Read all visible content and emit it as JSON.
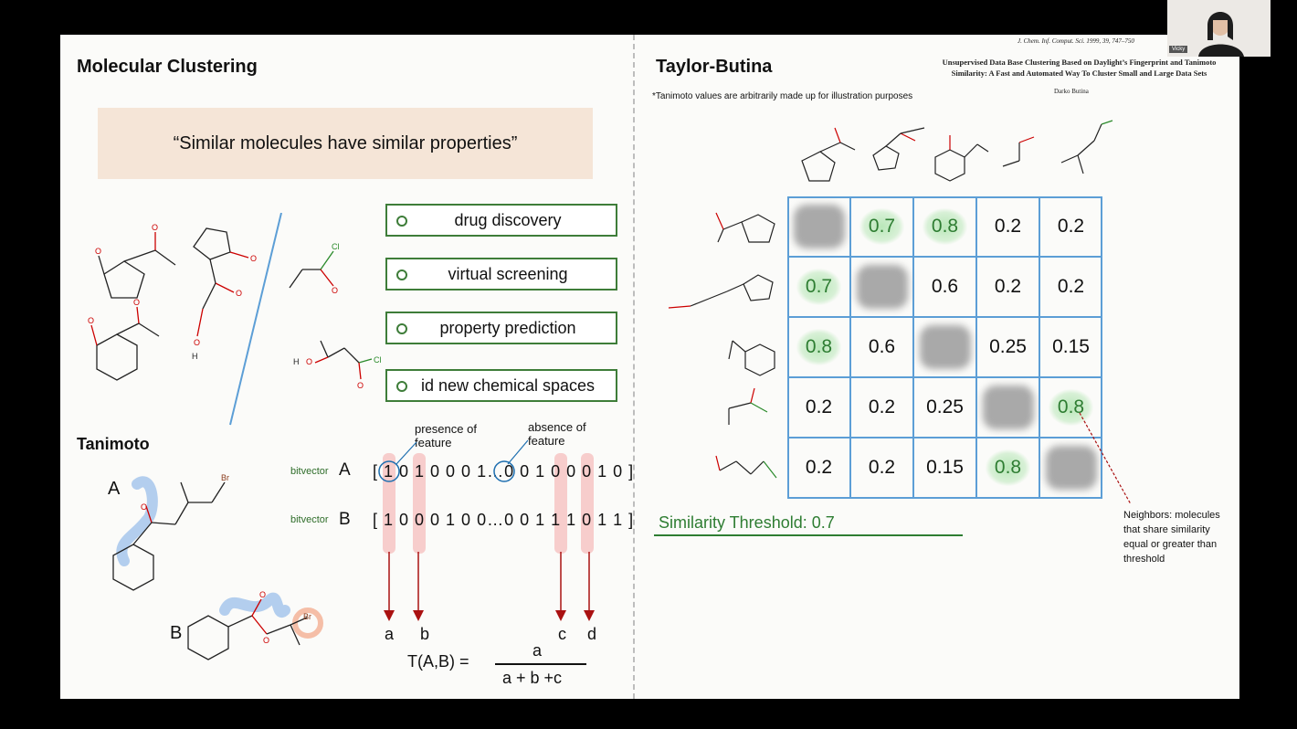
{
  "left": {
    "title": "Molecular Clustering",
    "quote": "“Similar molecules have similar properties”",
    "applications": [
      "drug discovery",
      "virtual screening",
      "property prediction",
      "id new chemical spaces"
    ],
    "tanimoto": {
      "title": "Tanimoto",
      "mol_a_label": "A",
      "mol_b_label": "B",
      "presence_note": "presence of feature",
      "absence_note": "absence of feature",
      "bitvector_label": "bitvector",
      "row_a_name": "A",
      "row_b_name": "B",
      "bits_a": "[ 1 0 1 0 0 0 1…0 0 1 0 0 0 1 0 ]",
      "bits_b": "[ 1 0 0 0 1 0 0…0 0 1 1 1 0 1 1 ]",
      "count_labels": [
        "a",
        "b",
        "c",
        "d"
      ],
      "formula_lhs": "T(A,B) =",
      "formula_num": "a",
      "formula_den": "a + b +c"
    },
    "atom_labels": {
      "o": "O",
      "h": "H",
      "cl": "Cl",
      "br": "Br"
    }
  },
  "right": {
    "title": "Taylor-Butina",
    "disclaimer": "*Tanimoto values are arbitrarily made up for illustration purposes",
    "paper": {
      "journal": "J. Chem. Inf. Comput. Sci. 1999, 39, 747–750",
      "title_line1": "Unsupervised Data Base Clustering Based on Daylight’s Fingerprint and Tanimoto",
      "title_line2": "Similarity: A Fast and Automated Way To Cluster Small and Large Data Sets",
      "author": "Darko Butina"
    },
    "matrix": [
      [
        "",
        "0.7",
        "0.8",
        "0.2",
        "0.2"
      ],
      [
        "0.7",
        "",
        "0.6",
        "0.2",
        "0.2"
      ],
      [
        "0.8",
        "0.6",
        "",
        "0.25",
        "0.15"
      ],
      [
        "0.2",
        "0.2",
        "0.25",
        "",
        "0.8"
      ],
      [
        "0.2",
        "0.2",
        "0.15",
        "0.8",
        ""
      ]
    ],
    "threshold": "Similarity Threshold: 0.7",
    "neighbors_note": "Neighbors: molecules that share similarity equal or greater than threshold"
  },
  "webcam": {
    "name_tag": "Vicky"
  },
  "colors": {
    "accent_green": "#3e7d39",
    "grid_blue": "#5c9ed6",
    "quote_bg": "#f5e5d7",
    "highlight_pink": "#f07878"
  }
}
